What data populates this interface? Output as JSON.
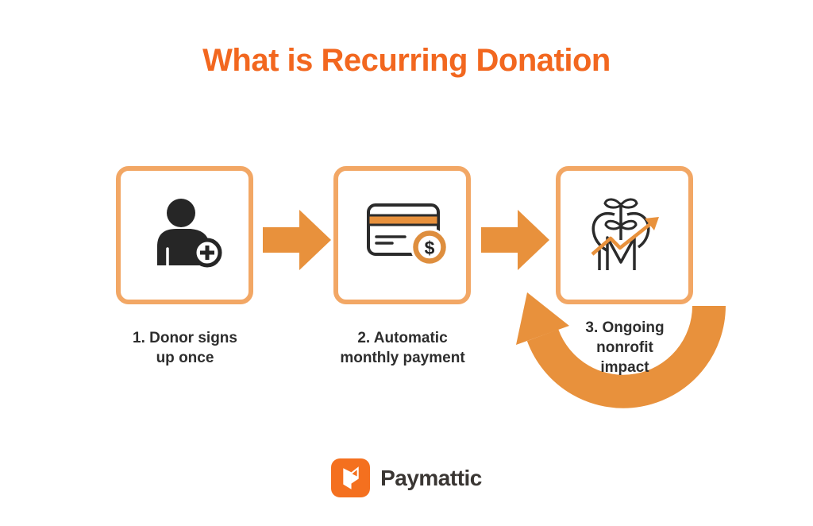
{
  "title": {
    "text": "What is Recurring Donation"
  },
  "steps": [
    {
      "label": "1. Donor signs\nup once",
      "icon": "add-user-icon"
    },
    {
      "label": "2. Automatic\nmonthly payment",
      "icon": "credit-card-dollar-icon",
      "coin_symbol": "$"
    },
    {
      "label": "3. Ongoing\nnonrofit\nimpact",
      "icon": "plant-growth-chart-icon"
    }
  ],
  "logo": {
    "text": "Paymattic"
  },
  "colors": {
    "title": "#F2671F",
    "box_border": "#F2A765",
    "arrow": "#E8913C",
    "icon_ink": "#262626",
    "label_text": "#2D2D2D",
    "logo_mark": "#F4701F",
    "logo_text": "#3A3633",
    "background": "#FFFFFF"
  }
}
